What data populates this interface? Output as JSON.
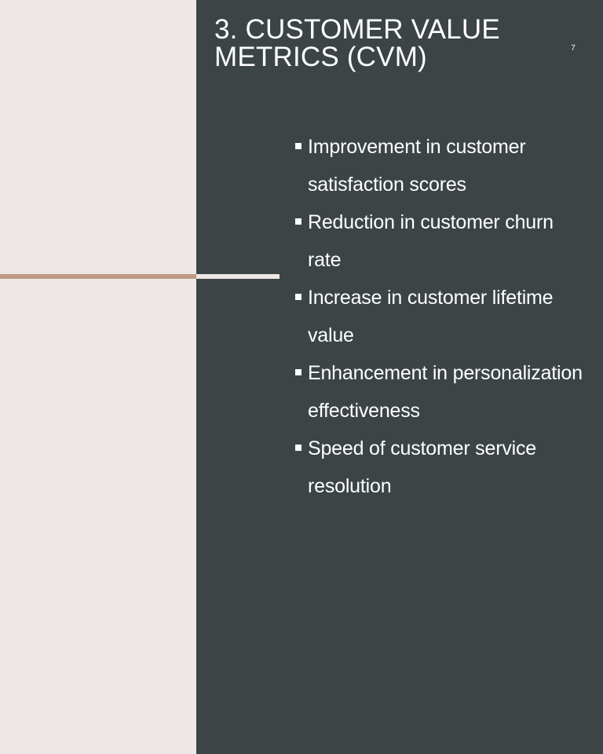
{
  "slide": {
    "title": "3. CUSTOMER VALUE METRICS (CVM)",
    "page_number": "7",
    "bullet_icon": "square-bullet-icon",
    "bullets": [
      "Improvement in customer satisfaction scores",
      "Reduction in customer churn rate",
      "Increase in customer lifetime value",
      "Enhancement in personalization effectiveness",
      "Speed of customer service resolution"
    ]
  },
  "colors": {
    "left_background": "#ede8e5",
    "right_background": "#3c4446",
    "accent_line": "#c09a84",
    "text": "#ffffff"
  }
}
